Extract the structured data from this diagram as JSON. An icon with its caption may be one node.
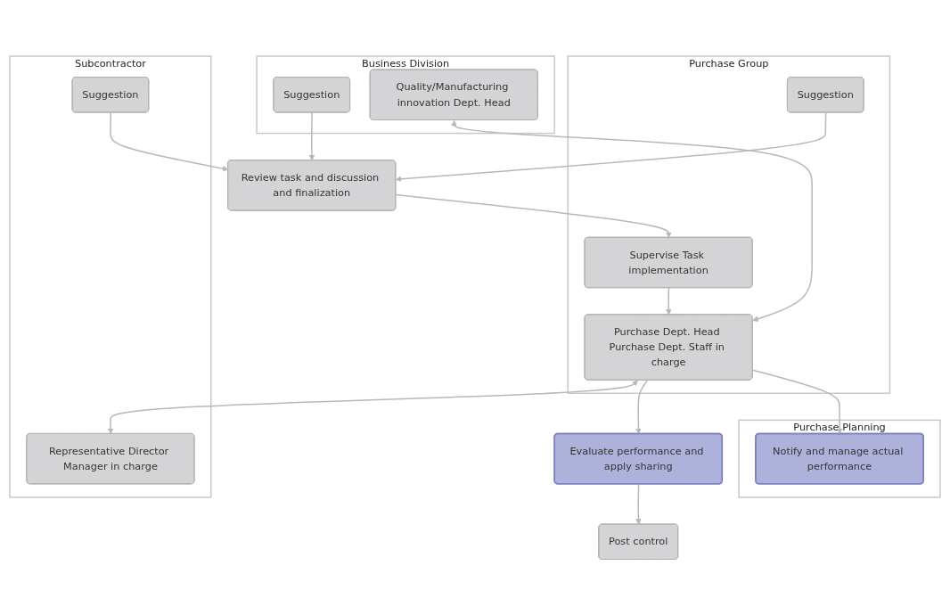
{
  "diagram": {
    "nodes": [
      {
        "text": [
          "Business Division"
        ]
      },
      {
        "text": [
          "Purchase Group"
        ]
      },
      {
        "text": [
          "Subcontractor"
        ]
      },
      {
        "text": [
          "Purchase Planning"
        ]
      },
      {
        "text": [
          "Suggestion"
        ],
        "in": 0
      },
      {
        "text": [
          "Suggestion"
        ],
        "in": 1
      },
      {
        "text": [
          "Suggestion"
        ],
        "in": 2
      },
      {
        "text": [
          "Review task and discussion and finalization"
        ]
      },
      {
        "text": [
          "Supervise Task implementation"
        ],
        "in": 1
      },
      {
        "text": [
          "Quality/Manufacturing innovation Dept. Head"
        ],
        "in": 0
      },
      {
        "text": [
          "Purchase Dept. Head Purchase Dept. Staff in charge"
        ],
        "in": 1
      },
      {
        "text": [
          "Representative Director Manager in charge"
        ],
        "in": 2
      },
      {
        "text": [
          "Evaluate performance and apply sharing"
        ]
      },
      {
        "text": [
          "Notify and manage actual performance"
        ],
        "in": 3
      },
      {
        "text": [
          "Post control"
        ]
      }
    ],
    "edges": [
      {
        "from": 4,
        "to": 7,
        "arrow": "to"
      },
      {
        "from": 5,
        "to": 7,
        "arrow": "to"
      },
      {
        "from": 6,
        "to": 7,
        "arrow": "to"
      },
      {
        "from": 7,
        "to": 8,
        "arrow": "to"
      },
      {
        "from": 8,
        "to": 10,
        "arrow": "to"
      },
      {
        "from": 9,
        "to": 10,
        "arrow": "both"
      },
      {
        "from": 10,
        "to": 11,
        "arrow": "both"
      },
      {
        "from": 10,
        "to": 12,
        "arrow": "to"
      },
      {
        "from": 10,
        "to": 13,
        "arrow": "to"
      },
      {
        "from": 12,
        "to": 14,
        "arrow": "to"
      }
    ]
  }
}
